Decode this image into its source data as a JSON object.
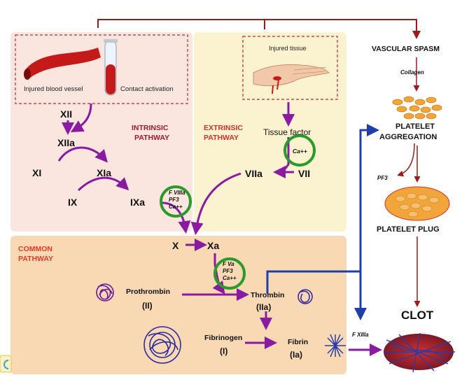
{
  "colors": {
    "intrinsic_bg": "#fbe6df",
    "extrinsic_bg": "#fbf3cf",
    "common_bg": "#f8d9b3",
    "purple_arrow": "#8a1aa0",
    "blue_arrow": "#1f3fa8",
    "dark_red_line": "#9b1c1c",
    "green_circle": "#2a9a2a",
    "intrinsic_title": "#a01a2a",
    "extrinsic_title": "#d2302a",
    "common_title": "#e03a2a"
  },
  "labels": {
    "injured_blood_vessel": "Injured blood vessel",
    "contact_activation": "Contact activation",
    "injured_tissue": "Injured tissue",
    "tissue_factor": "Tissue factor",
    "xii": "XII",
    "xiia": "XIIa",
    "xi": "XI",
    "xia": "XIa",
    "ix": "IX",
    "ixa": "IXa",
    "viia": "VIIa",
    "vii": "VII",
    "x": "X",
    "xa": "Xa",
    "intrinsic_line1": "INTRINSIC",
    "intrinsic_line2": "PATHWAY",
    "extrinsic_line1": "EXTRINSIC",
    "extrinsic_line2": "PATHWAY",
    "common_line1": "COMMON",
    "common_line2": "PATHWAY",
    "ca_extrinsic": "Ca++",
    "cof_ix_1": "F VIIIa",
    "cof_ix_2": "PF3",
    "cof_ix_3": "Ca++",
    "cof_x_1": "F Va",
    "cof_x_2": "PF3",
    "cof_x_3": "Ca++",
    "prothrombin": "Prothrombin",
    "prothrombin_num": "(II)",
    "thrombin": "Thrombin",
    "thrombin_num": "(IIa)",
    "fibrinogen": "Fibrinogen",
    "fibrinogen_num": "(I)",
    "fibrin": "Fibrin",
    "fibrin_num": "(Ia)",
    "vascular_spasm": "VASCULAR SPASM",
    "collagen": "Collagen",
    "platelet_aggregation_1": "PLATELET",
    "platelet_aggregation_2": "AGGREGATION",
    "pf3": "PF3",
    "platelet_plug": "PLATELET PLUG",
    "clot": "CLOT",
    "f_xiiia": "F XIIIa"
  }
}
